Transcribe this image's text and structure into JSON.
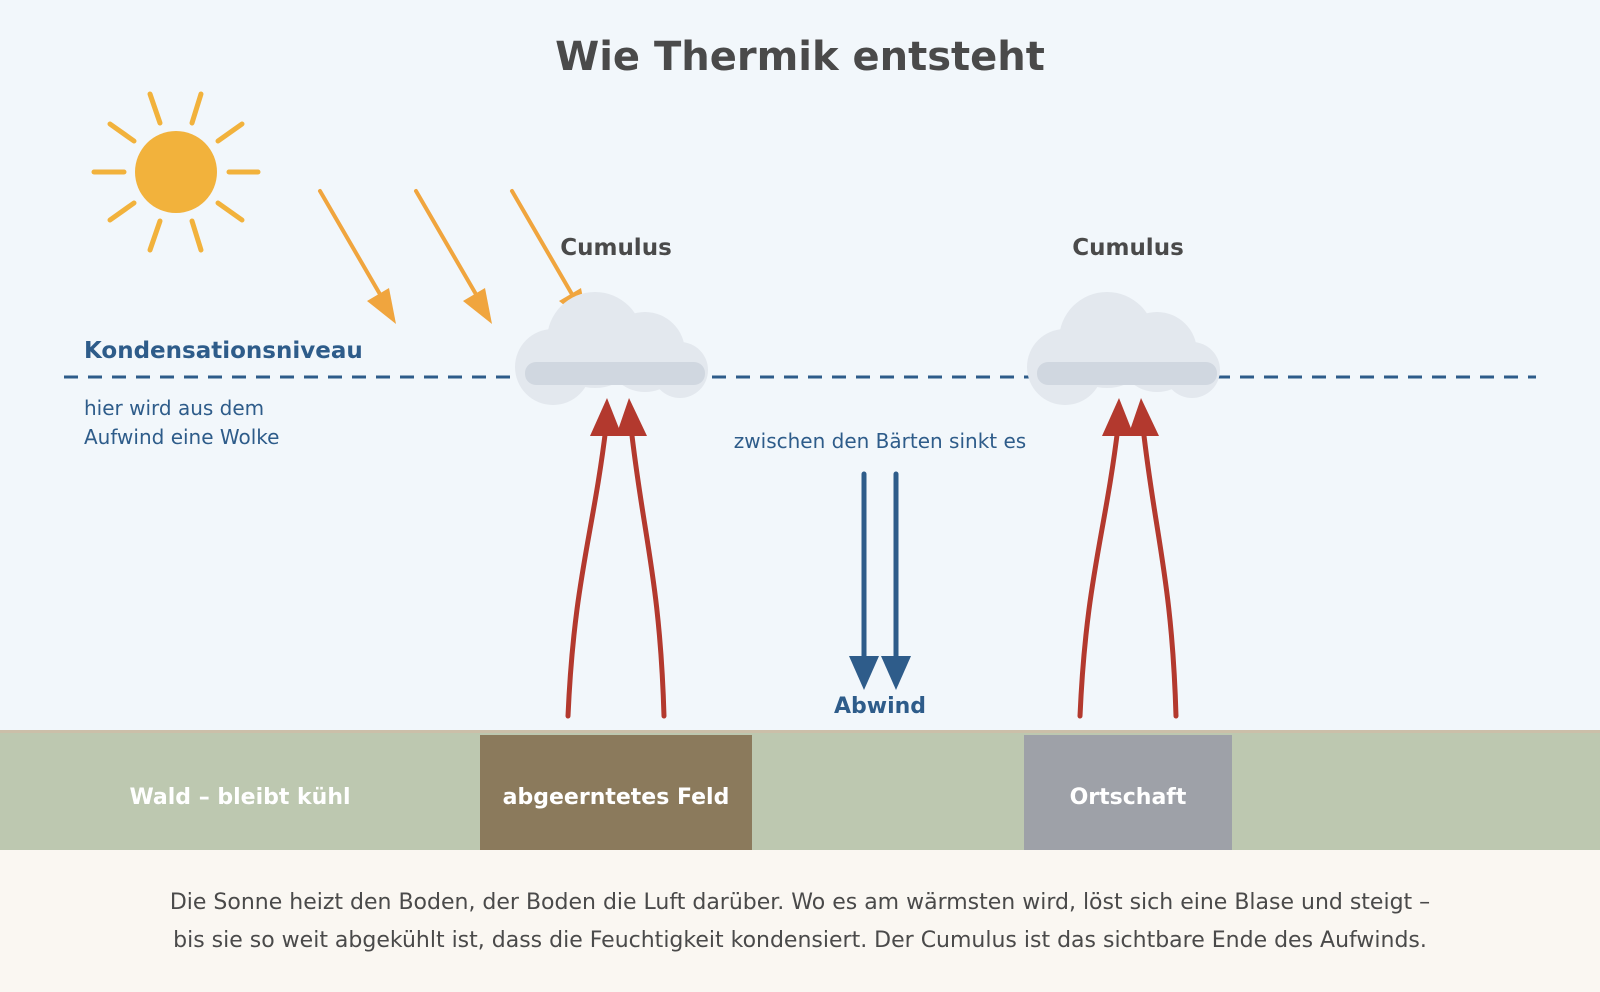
{
  "title": "Wie Thermik entsteht",
  "condensation": {
    "label": "Kondensationsniveau",
    "note_line1": "hier wird aus dem",
    "note_line2": "Aufwind eine Wolke"
  },
  "clouds": [
    {
      "label": "Cumulus"
    },
    {
      "label": "Cumulus"
    }
  ],
  "downdraft": {
    "note": "zwischen den Bärten sinkt es",
    "label": "Abwind"
  },
  "ground": [
    {
      "label": "Wald – bleibt kühl"
    },
    {
      "label": "abgeerntetes Feld"
    },
    {
      "label": "Ortschaft"
    }
  ],
  "caption": {
    "line1": "Die Sonne heizt den Boden, der Boden die Luft darüber. Wo es am wärmsten wird, löst sich eine Blase und steigt –",
    "line2": "bis sie so weit abgekühlt ist, dass die Feuchtigkeit kondensiert. Der Cumulus ist das sichtbare Ende des Aufwinds."
  },
  "colors": {
    "sky": "#f2f7fb",
    "sun": "#f2b23c",
    "sunbeam": "#f0a53e",
    "updraft": "#b3392e",
    "downdraft": "#2e5c8a",
    "condensation_line": "#2e5c8a",
    "cloud": "#e3e8ee",
    "cloud_base": "#d0d7e0",
    "grass": "#bdc8b0",
    "field": "#8b7a5c",
    "town": "#9ea1a8",
    "caption_bg": "#faf7f2",
    "title": "#4a4a4a"
  },
  "icons": {
    "sun": "sun-icon",
    "cloud": "cloud-icon"
  }
}
